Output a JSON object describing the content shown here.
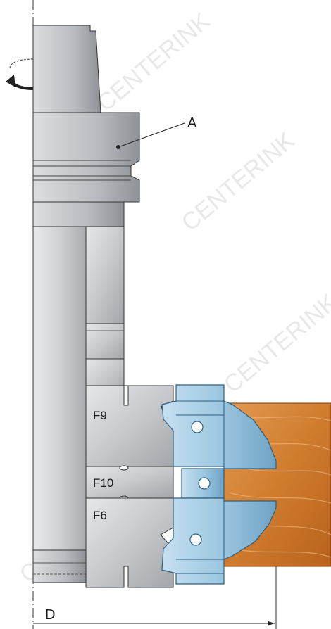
{
  "labels": {
    "a": "A",
    "f9": "F9",
    "f10": "F10",
    "f6": "F6",
    "d": "D"
  },
  "watermark": "CENTERINK",
  "colors": {
    "metal": "#cfd1d4",
    "metal_dark": "#9a9da1",
    "cutter_blue": "#9ec8e2",
    "cutter_blue_dark": "#5a8fb3",
    "wood": "#d98a3a",
    "wood_dark": "#b5651d",
    "outline": "#333333"
  },
  "icons": [
    "rotation-arrow-icon"
  ]
}
